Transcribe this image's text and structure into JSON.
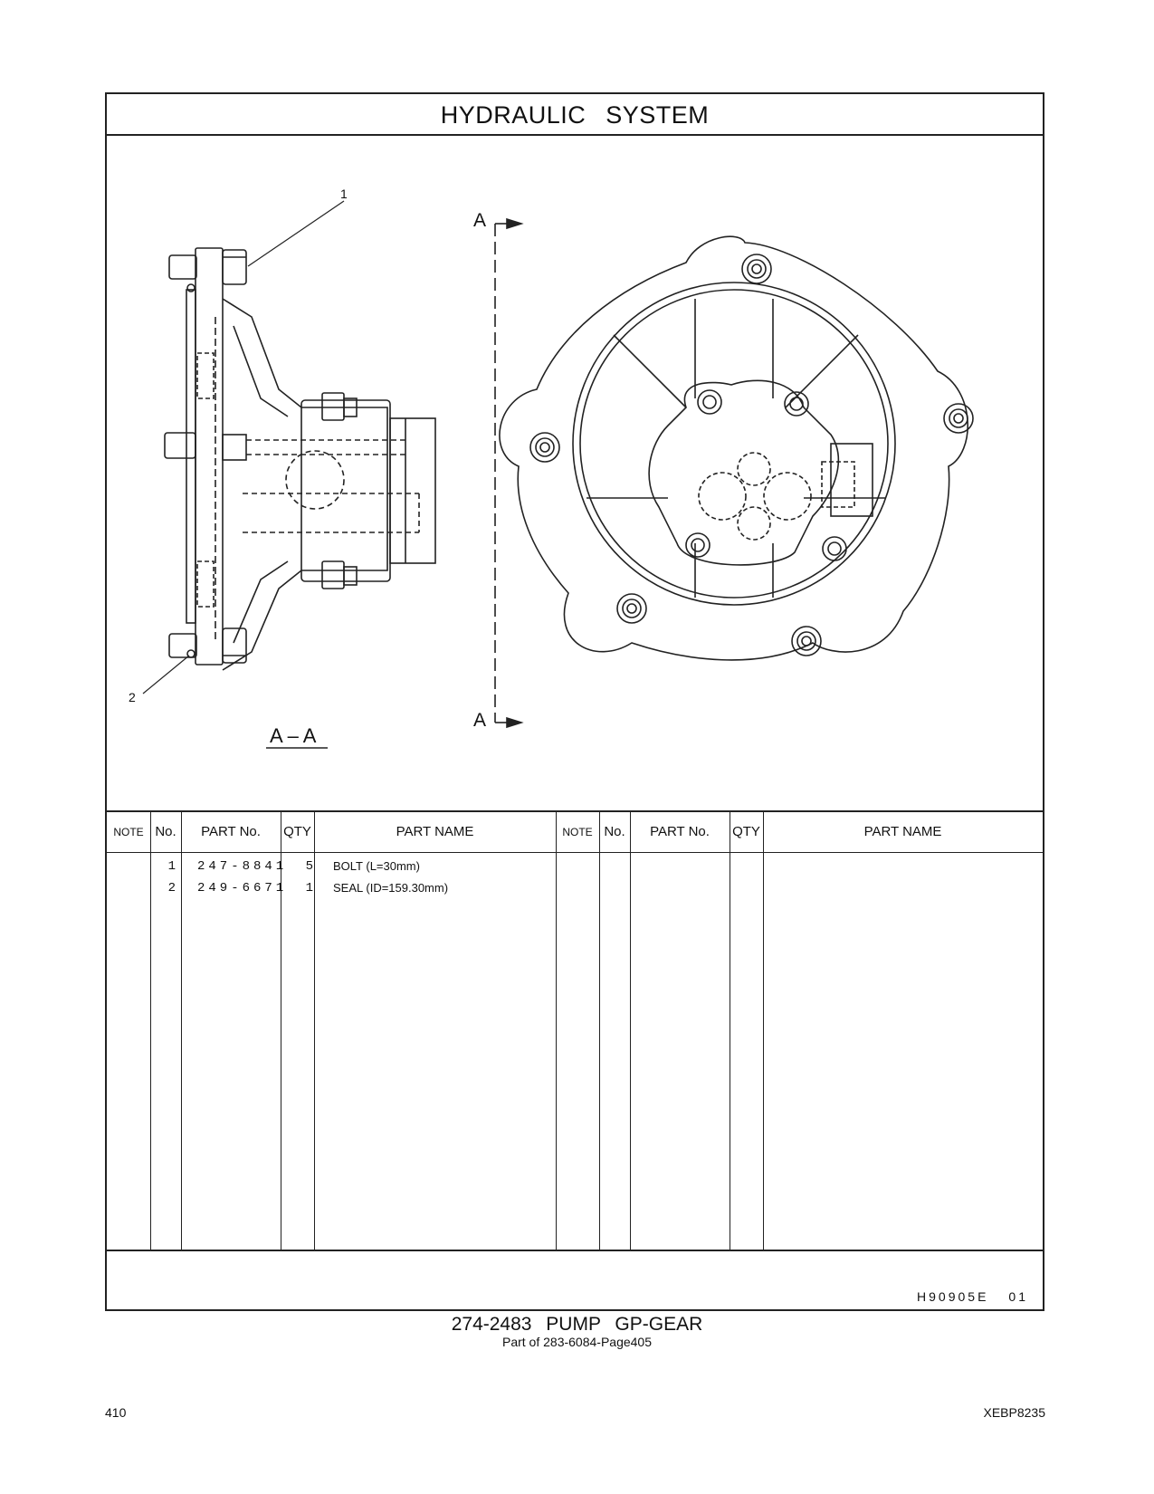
{
  "header": {
    "title": "HYDRAULIC SYSTEM"
  },
  "drawing": {
    "callouts": [
      "1",
      "2"
    ],
    "section_letter": "A",
    "section_label": "A – A"
  },
  "table": {
    "headers": {
      "note": "NOTE",
      "no": "No.",
      "part_no": "PART No.",
      "qty": "QTY",
      "part_name": "PART NAME"
    },
    "rows": [
      {
        "no": "1",
        "part_no": "247-8841",
        "qty": "5",
        "part_name": "BOLT (L=30mm)"
      },
      {
        "no": "2",
        "part_no": "249-6671",
        "qty": "1",
        "part_name": "SEAL (ID=159.30mm)"
      }
    ]
  },
  "footer": {
    "drawing_code": "H90905E",
    "drawing_rev": "01",
    "assembly_title": "274-2483 PUMP GP-GEAR",
    "assembly_subtitle": "Part of 283-6084-Page405",
    "page_number": "410",
    "doc_code": "XEBP8235"
  }
}
